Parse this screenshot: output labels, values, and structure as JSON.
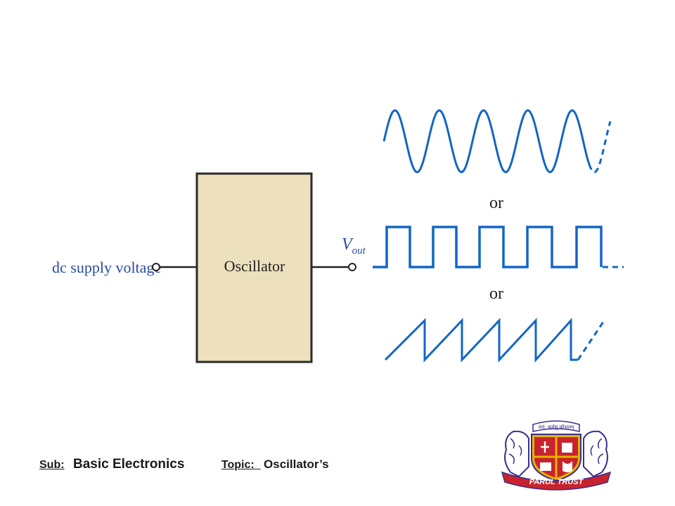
{
  "diagram": {
    "input_label": "dc supply voltage",
    "block_label": "Oscillator",
    "output_label_main": "V",
    "output_label_sub": "out",
    "or_label_1": "or",
    "or_label_2": "or",
    "colors": {
      "block_fill": "#ede0bc",
      "block_stroke": "#2a2a2a",
      "input_text": "#2b4ca4",
      "output_text": "#2b4ca4",
      "waveform": "#1266c4"
    }
  },
  "footer": {
    "sub_label": "Sub:",
    "sub_value": "Basic Electronics",
    "topic_label": "Topic:",
    "topic_value": "Oscillator’s"
  },
  "logo": {
    "motto": "वसं: कर्मसु कौशलम्",
    "banner": "PARUL TRUST",
    "colors": {
      "shield": "#c8232c",
      "banner": "#c8232c",
      "gold": "#e6b400",
      "lion": "#ffffff",
      "outline": "#3a2f8f"
    }
  }
}
